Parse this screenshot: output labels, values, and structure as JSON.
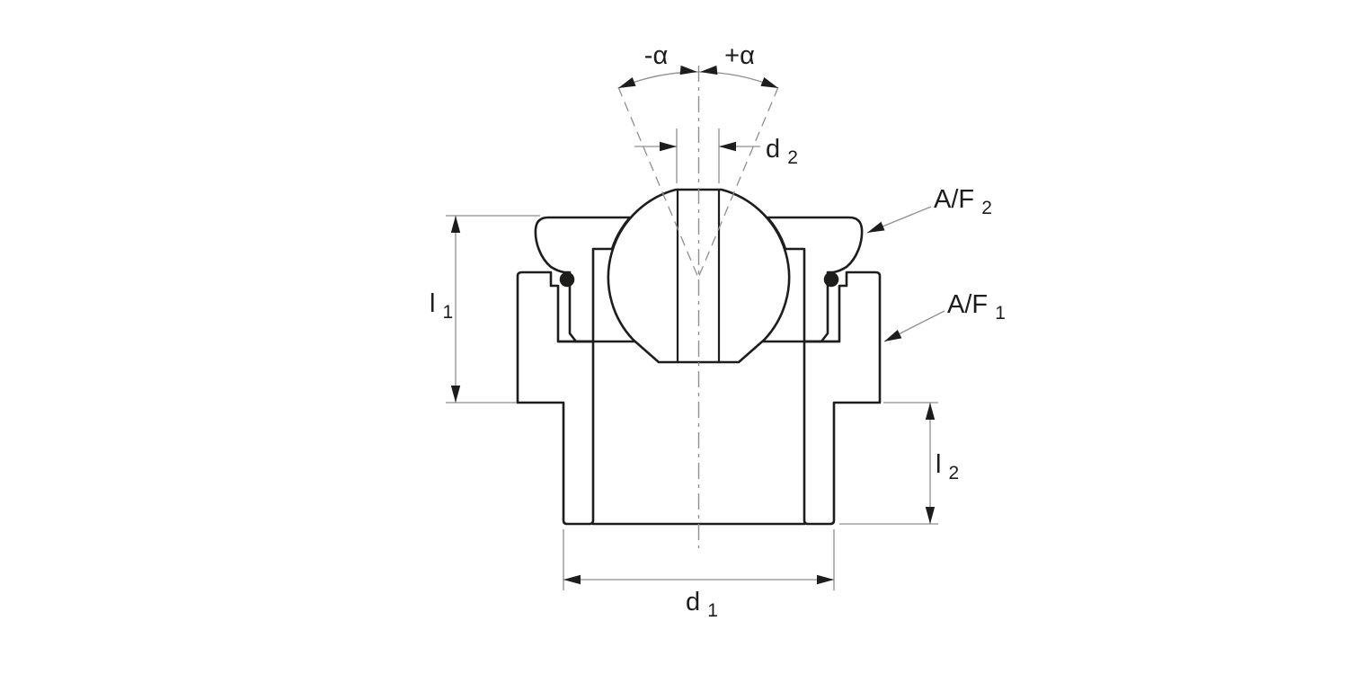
{
  "drawing": {
    "type": "technical-cross-section",
    "subject": "Cross-section of a ball joint swivel fitting with ball stud, hex body, cap nut, O-ring seals and dimension annotations",
    "colors": {
      "background": "#ffffff",
      "outline": "#1d1d1b",
      "dimension_lines": "#8f8f8f",
      "o_ring_fill": "#1d1d1b"
    },
    "labels": {
      "angle_minus": "-α",
      "angle_plus": "+α",
      "d2": {
        "base": "d",
        "sub": "2"
      },
      "af2": {
        "base": "A/F",
        "sub": "2"
      },
      "af1": {
        "base": "A/F",
        "sub": "1"
      },
      "l1": {
        "base": "l",
        "sub": "1"
      },
      "l2": {
        "base": "l",
        "sub": "2"
      },
      "d1": {
        "base": "d",
        "sub": "1"
      }
    }
  }
}
